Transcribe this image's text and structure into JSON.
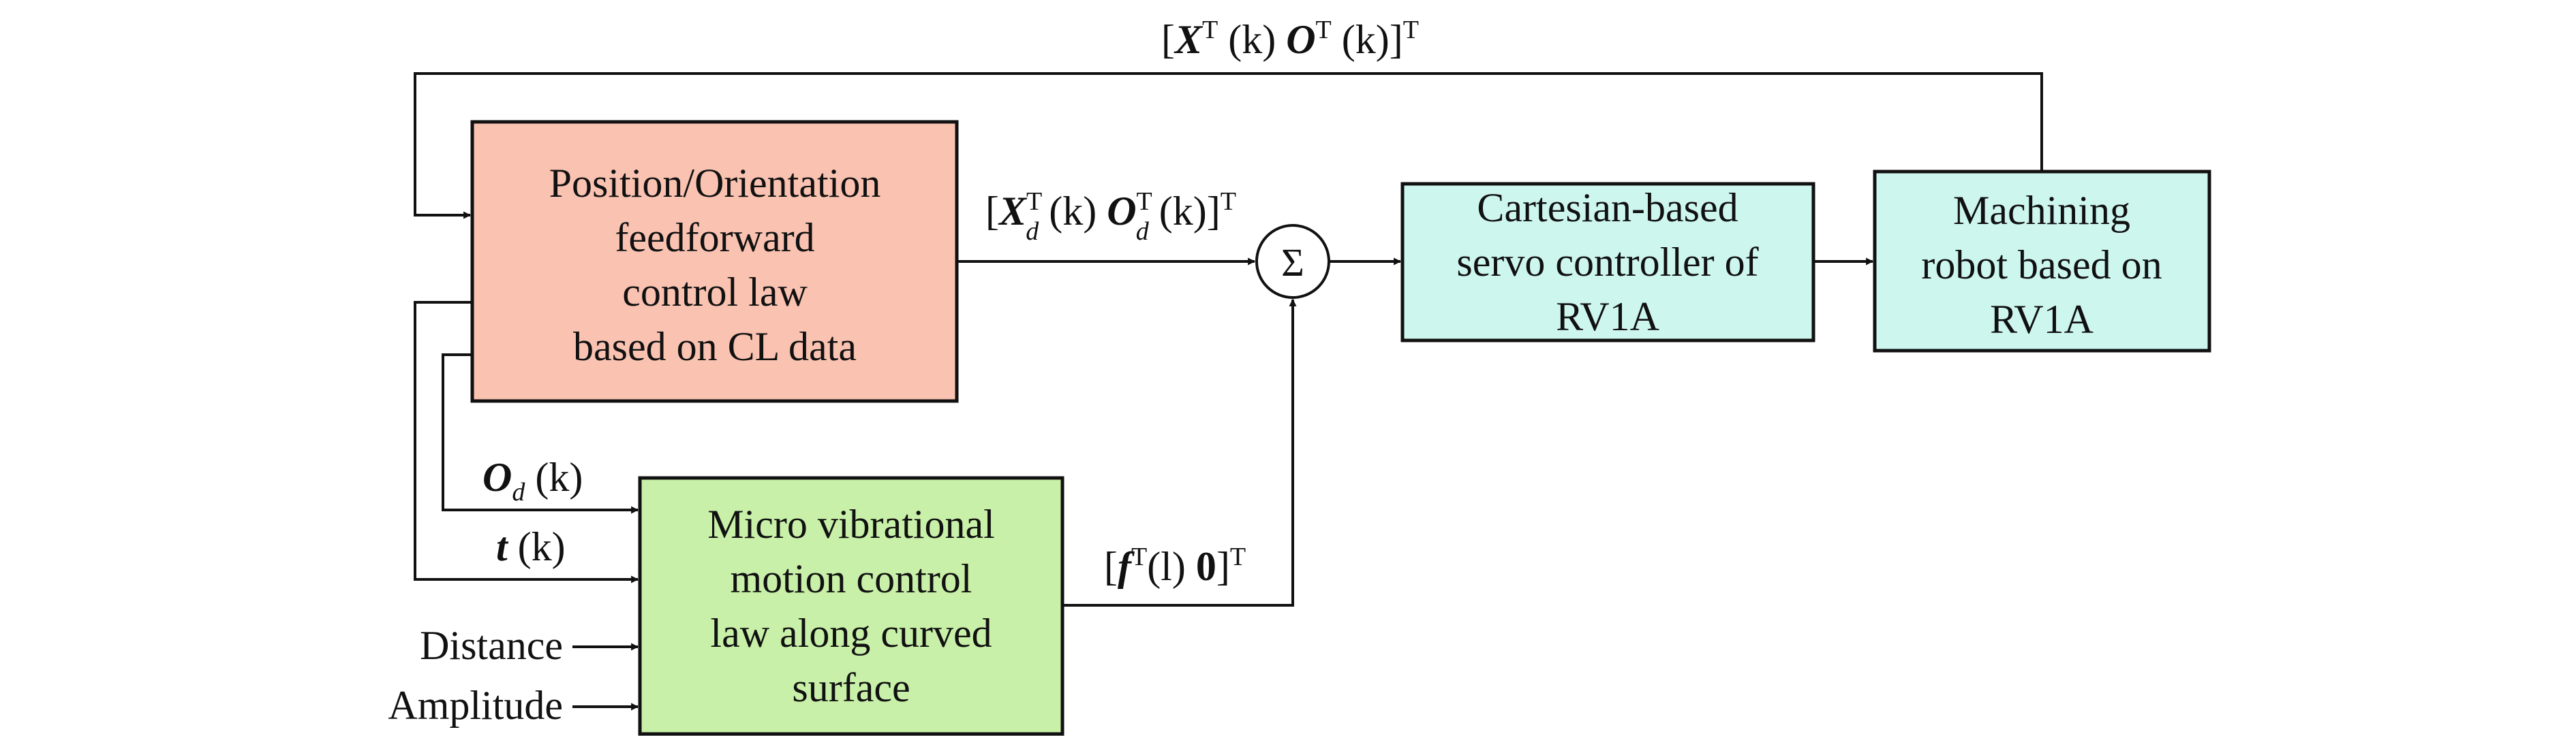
{
  "blocks": {
    "feedforward": {
      "lines": [
        "Position/Orientation",
        "feedforward",
        "control law",
        "based on CL data"
      ],
      "color": "#f9c2b1"
    },
    "micro": {
      "lines": [
        "Micro vibrational",
        "motion control",
        "law along curved",
        "surface"
      ],
      "color": "#c8f0a8"
    },
    "servo": {
      "lines": [
        "Cartesian-based",
        "servo controller of",
        "RV1A"
      ],
      "color": "#cdf6ef"
    },
    "robot": {
      "lines": [
        "Machining",
        "robot based on",
        "RV1A"
      ],
      "color": "#cdf6ef"
    }
  },
  "summing_junction": {
    "symbol": "Σ"
  },
  "signals": {
    "feedback": {
      "open": "[",
      "X": "X",
      "supT1": "T",
      "k1": " (k) ",
      "O": "O",
      "supT2": "T",
      "k2": " (k)]",
      "supT3": "T"
    },
    "desired": {
      "open": "[",
      "X": "X",
      "supT1": "T",
      "subd1": "d",
      "k1": " (k) ",
      "O": "O",
      "supT2": "T",
      "subd2": "d",
      "k2": " (k)]",
      "supT3": "T"
    },
    "vibration": {
      "open": "[",
      "f": "f",
      "supT1": "T",
      "l": "(l) ",
      "zero": "0",
      "close": "]",
      "supT2": "T"
    },
    "orientation": {
      "O": "O",
      "subd": "d",
      "k": " (k)"
    },
    "time": {
      "t": "t",
      "k": " (k)"
    },
    "distance": "Distance",
    "amplitude": "Amplitude"
  }
}
